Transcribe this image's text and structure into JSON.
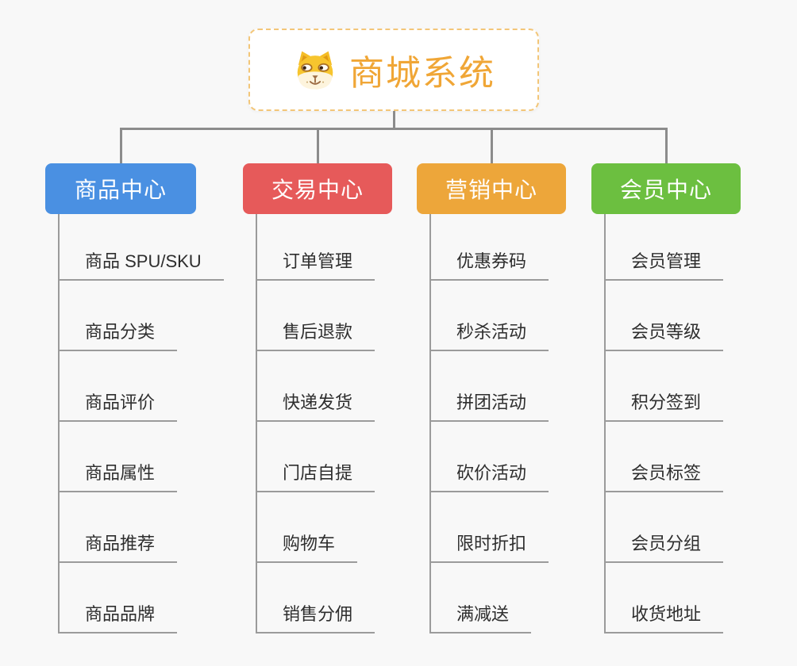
{
  "root": {
    "title": "商城系统",
    "icon": "dog-face-icon",
    "title_color": "#f0a636",
    "border_color": "#f3c678"
  },
  "branches": [
    {
      "label": "商品中心",
      "color": "#4a90e2",
      "children": [
        "商品 SPU/SKU",
        "商品分类",
        "商品评价",
        "商品属性",
        "商品推荐",
        "商品品牌"
      ]
    },
    {
      "label": "交易中心",
      "color": "#e65a5a",
      "children": [
        "订单管理",
        "售后退款",
        "快递发货",
        "门店自提",
        "购物车",
        "销售分佣"
      ]
    },
    {
      "label": "营销中心",
      "color": "#eda63a",
      "children": [
        "优惠券码",
        "秒杀活动",
        "拼团活动",
        "砍价活动",
        "限时折扣",
        "满减送"
      ]
    },
    {
      "label": "会员中心",
      "color": "#6cbf40",
      "children": [
        "会员管理",
        "会员等级",
        "积分签到",
        "会员标签",
        "会员分组",
        "收货地址"
      ]
    }
  ],
  "style": {
    "background": "#f8f8f8",
    "connector_color": "#8c8c8c",
    "leaf_line_color": "#9b9b9b",
    "leaf_text_color": "#2e2e2e"
  }
}
